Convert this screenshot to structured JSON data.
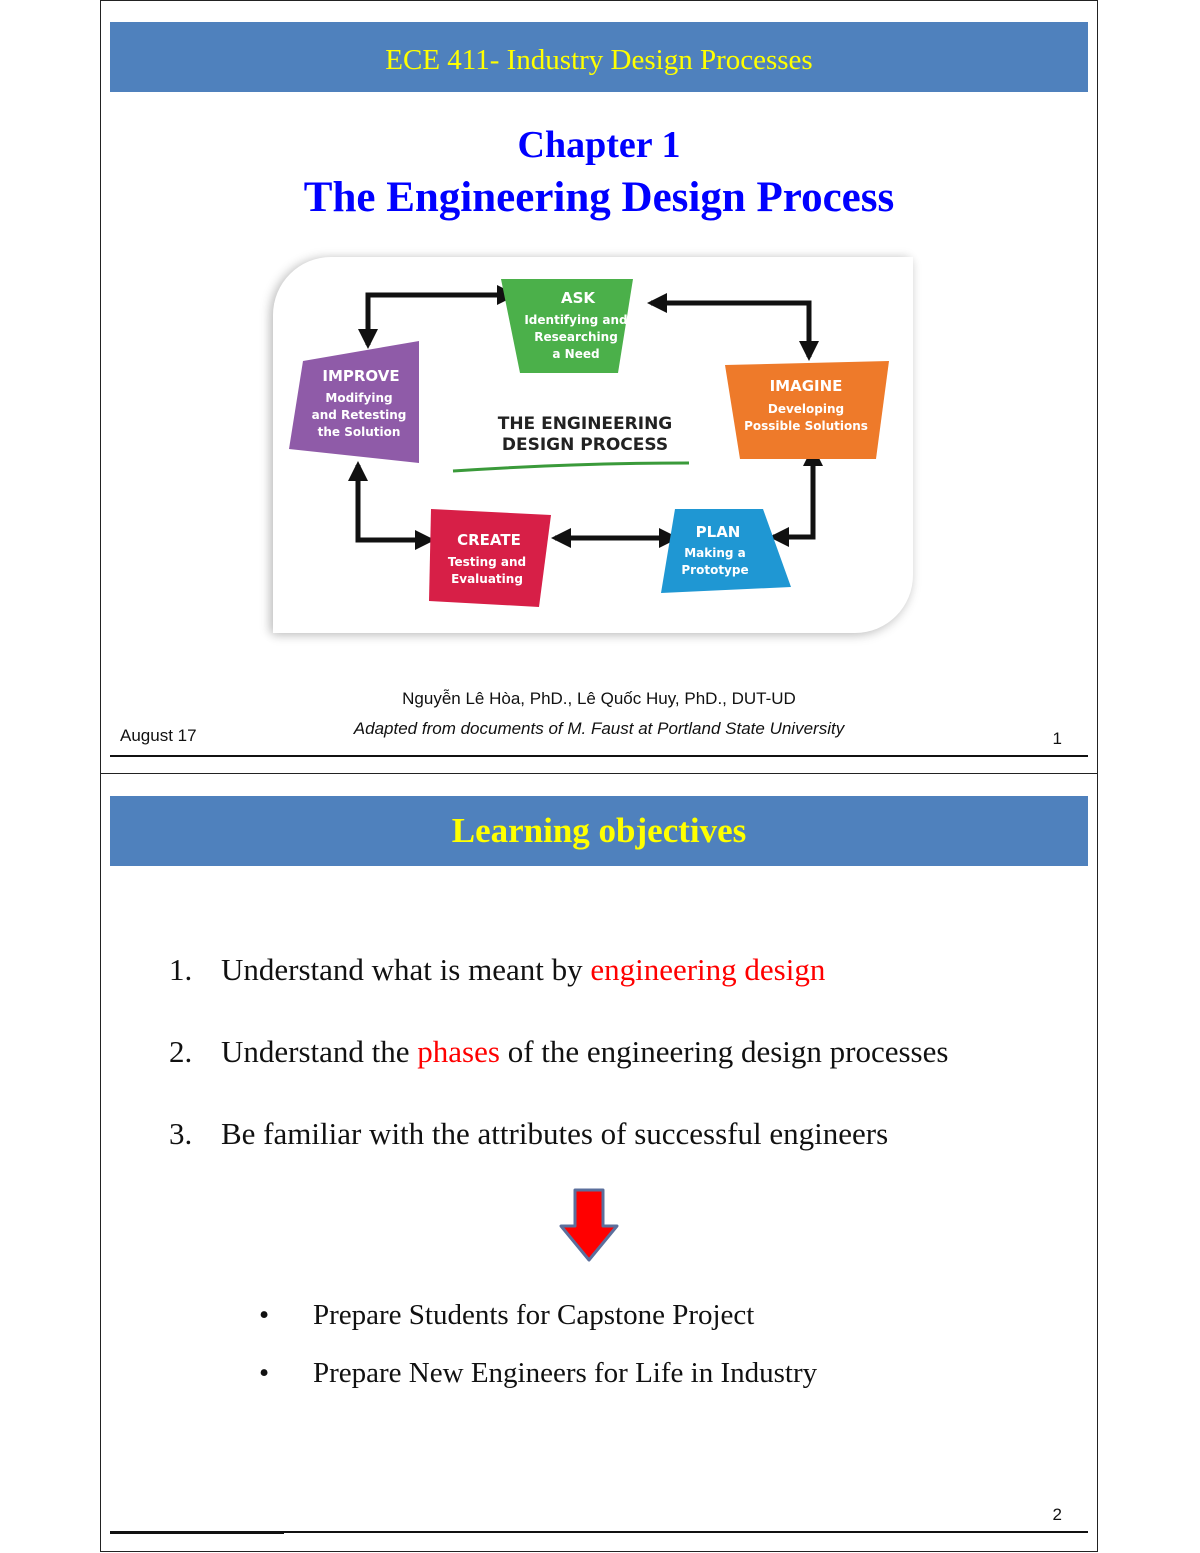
{
  "slide1": {
    "header": "ECE 411- Industry Design Processes",
    "chapter": "Chapter 1",
    "title": "The Engineering Design Process",
    "diagram": {
      "center_title_line1": "THE ENGINEERING",
      "center_title_line2": "DESIGN PROCESS",
      "steps": [
        {
          "name": "ASK",
          "line1": "Identifying and",
          "line2": "Researching",
          "line3": "a Need",
          "color": "#4bb04a"
        },
        {
          "name": "IMAGINE",
          "line1": "Developing",
          "line2": "Possible Solutions",
          "line3": "",
          "color": "#ee7a2a"
        },
        {
          "name": "PLAN",
          "line1": "Making a",
          "line2": "Prototype",
          "line3": "",
          "color": "#1f97d3"
        },
        {
          "name": "CREATE",
          "line1": "Testing and",
          "line2": "Evaluating",
          "line3": "",
          "color": "#d71f47"
        },
        {
          "name": "IMPROVE",
          "line1": "Modifying",
          "line2": "and Retesting",
          "line3": "the Solution",
          "color": "#8f5ba8"
        }
      ],
      "underline_color": "#3a9a3a"
    },
    "authors": "Nguyễn Lê Hòa, PhD., Lê Quốc Huy, PhD., DUT-UD",
    "adapted": "Adapted from documents of M. Faust at Portland State University",
    "date": "August 17",
    "page": "1"
  },
  "slide2": {
    "header": "Learning objectives",
    "objectives": [
      {
        "num": "1.",
        "pre": "Understand what is meant by ",
        "hl": "engineering design",
        "post": ""
      },
      {
        "num": "2.",
        "pre": "Understand the ",
        "hl": "phases",
        "post": " of the engineering design processes"
      },
      {
        "num": "3.",
        "pre": "Be familiar with the attributes of successful engineers",
        "hl": "",
        "post": ""
      }
    ],
    "bullets": [
      {
        "dot": "•",
        "text": "Prepare Students for Capstone Project"
      },
      {
        "dot": "•",
        "text": "Prepare New Engineers for Life in Industry"
      }
    ],
    "arrow_color": "#ff0000",
    "page": "2"
  },
  "colors": {
    "banner": "#4f81bd",
    "banner_text": "#ffff00",
    "title_blue": "#0000ff",
    "highlight": "#ff0000"
  }
}
